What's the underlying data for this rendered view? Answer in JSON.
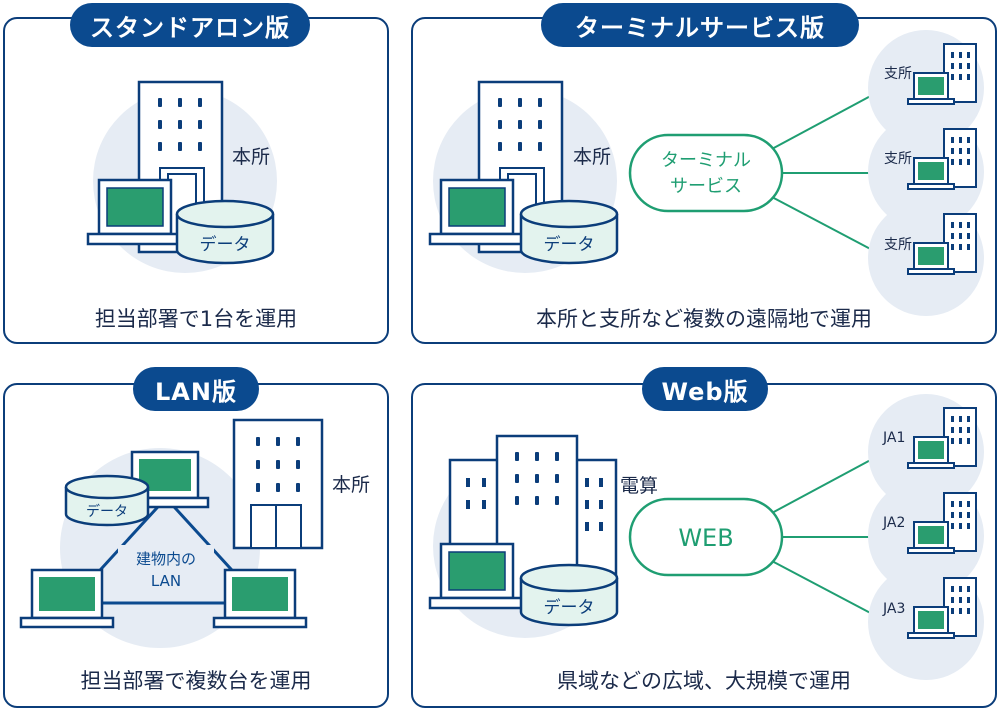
{
  "colors": {
    "navy": "#0b3d7a",
    "pill": "#0b4a8f",
    "green": "#1f9e72",
    "screen": "#2a9d6f",
    "circle": "#e6ecf4",
    "mint": "#e3f3ee"
  },
  "panels": {
    "standalone": {
      "title": "スタンドアロン版",
      "hq": "本所",
      "data": "データ",
      "caption": "担当部署で1台を運用"
    },
    "terminal": {
      "title": "ターミナルサービス版",
      "hq": "本所",
      "data": "データ",
      "service_line1": "ターミナル",
      "service_line2": "サービス",
      "branches": [
        "支所",
        "支所",
        "支所"
      ],
      "caption": "本所と支所など複数の遠隔地で運用"
    },
    "lan": {
      "title": "LAN版",
      "hq": "本所",
      "data": "データ",
      "lan_line1": "建物内の",
      "lan_line2": "LAN",
      "caption": "担当部署で複数台を運用"
    },
    "web": {
      "title": "Web版",
      "hq": "電算",
      "data": "データ",
      "service": "WEB",
      "branches": [
        "JA1",
        "JA2",
        "JA3"
      ],
      "caption": "県域などの広域、大規模で運用"
    }
  }
}
